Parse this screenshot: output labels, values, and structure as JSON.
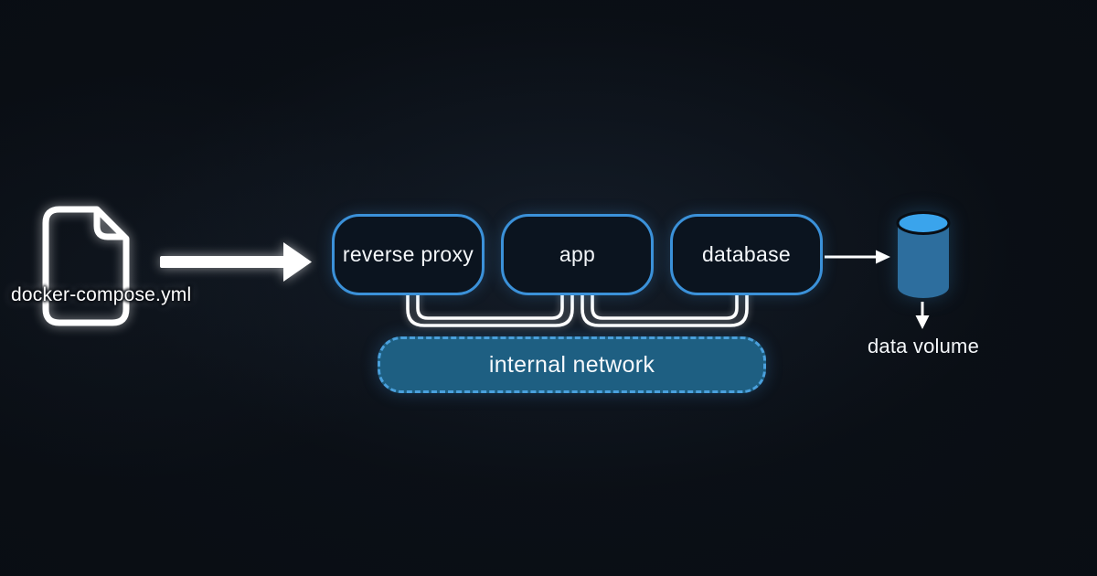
{
  "diagram": {
    "title_hint": "docker compose architecture",
    "source_file": {
      "label": "docker-compose.yml"
    },
    "services": [
      {
        "id": "reverse-proxy",
        "label": "reverse proxy"
      },
      {
        "id": "app",
        "label": "app"
      },
      {
        "id": "database",
        "label": "database"
      }
    ],
    "network": {
      "label": "internal network"
    },
    "volume": {
      "label": "data volume"
    },
    "icons": [
      "file-icon",
      "arrow-right-icon",
      "network-loop-icon",
      "database-cylinder-icon",
      "arrow-down-icon"
    ]
  },
  "colors": {
    "background": "#090d13",
    "service_border": "#3b91d9",
    "service_fill": "#0b141f",
    "network_fill": "#1e5f82",
    "network_border": "#4aa0dc",
    "cylinder_body": "#2d6e9e",
    "cylinder_top": "#3aa4ec",
    "line_white": "#ffffff",
    "text": "#f4f7fa"
  }
}
